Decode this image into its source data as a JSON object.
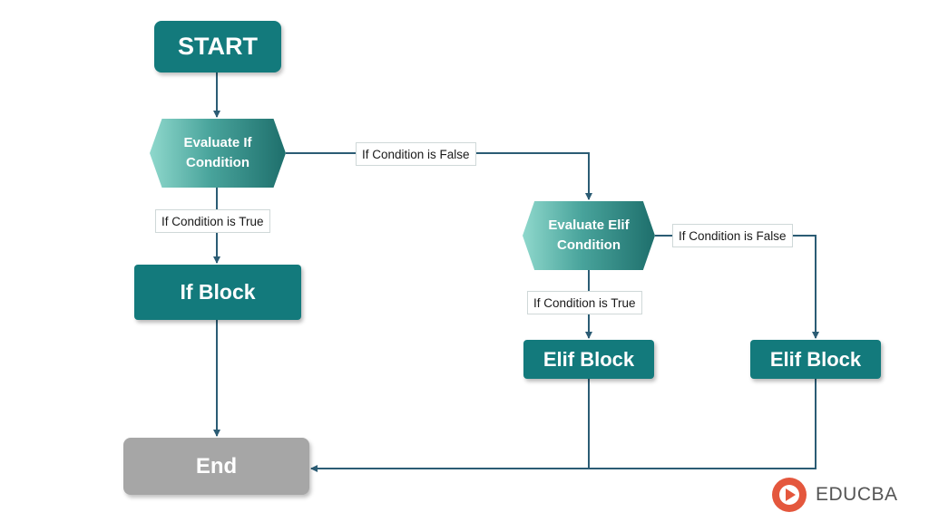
{
  "nodes": {
    "start": "START",
    "evaluate_if": "Evaluate If\nCondition",
    "evaluate_elif": "Evaluate Elif\nCondition",
    "if_block": "If Block",
    "elif_block_1": "Elif Block",
    "elif_block_2": "Elif Block",
    "end": "End"
  },
  "edge_labels": {
    "if_false": "If Condition is False",
    "if_true": "If Condition is True",
    "elif_false": "If Condition is False",
    "elif_true": "If Condition is True"
  },
  "brand": {
    "logo_text": "EDUCBA"
  },
  "colors": {
    "teal": "#137a7c",
    "connector": "#2b5c74",
    "end_gray": "#a6a6a6",
    "logo_accent": "#e4573d"
  }
}
